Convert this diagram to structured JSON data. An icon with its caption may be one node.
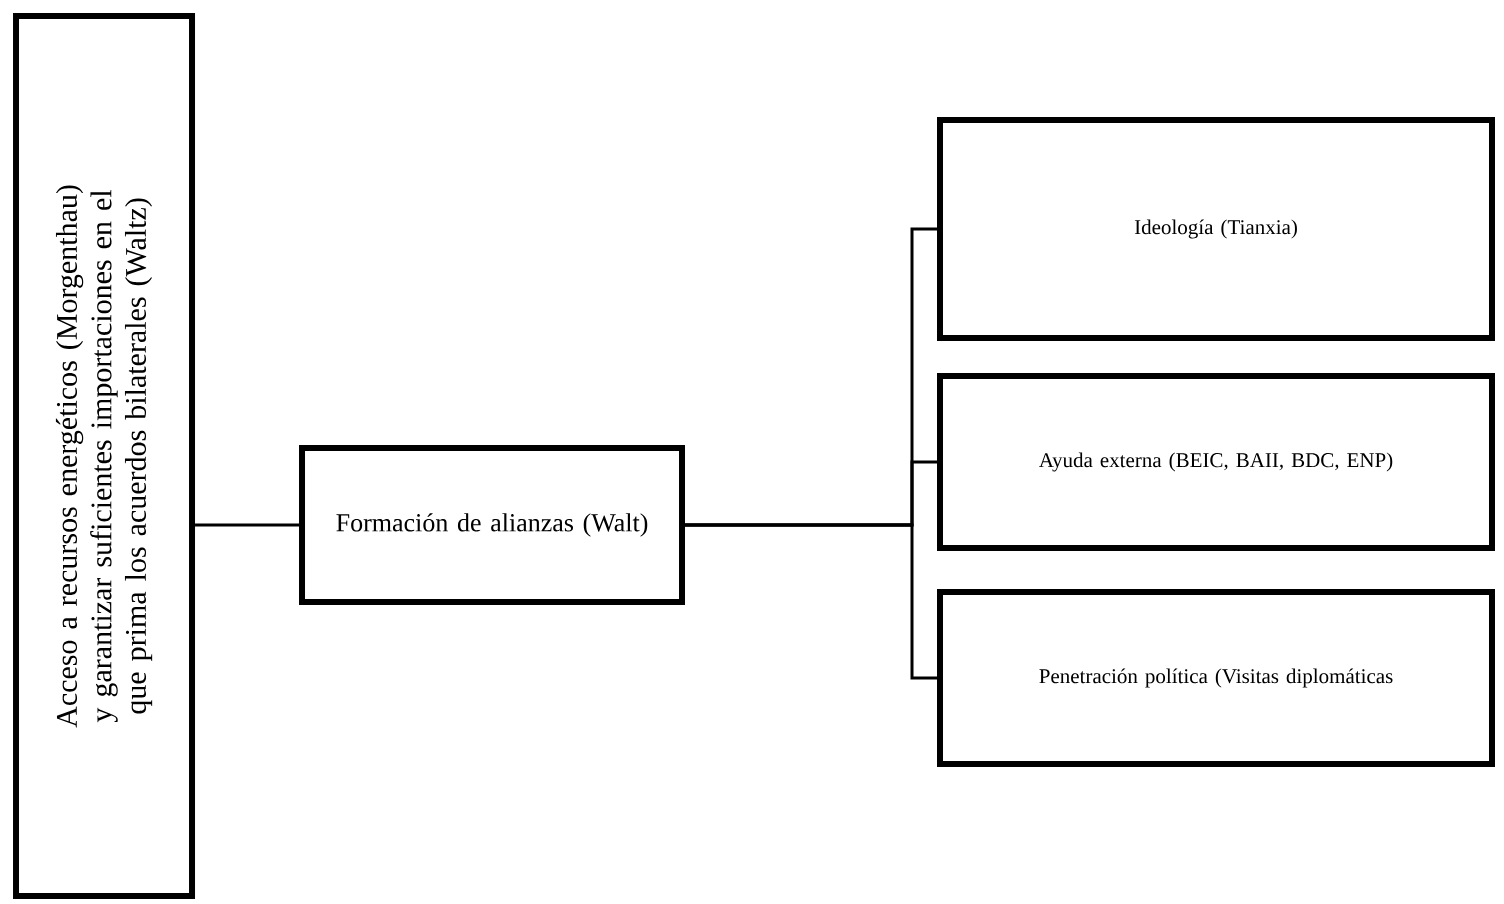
{
  "diagram": {
    "nodes": [
      {
        "text": [
          "Acceso a recursos energéticos (Morgenthau) y garantizar suficientes importaciones en el que prima los acuerdos bilaterales (Waltz)"
        ]
      },
      {
        "text": [
          "Formación de alianzas (Walt)"
        ]
      },
      {
        "text": [
          "Ideología (Tianxia)"
        ]
      },
      {
        "text": [
          "Ayuda externa (BEIC, BAII, BDC, ENP)"
        ]
      },
      {
        "text": [
          "Penetración política (Visitas diplomáticas"
        ]
      }
    ],
    "edges": [
      {
        "from": 0,
        "to": 1,
        "arrow": "none"
      },
      {
        "from": 1,
        "to": 2,
        "arrow": "none"
      },
      {
        "from": 1,
        "to": 3,
        "arrow": "none"
      },
      {
        "from": 1,
        "to": 4,
        "arrow": "none"
      }
    ]
  }
}
